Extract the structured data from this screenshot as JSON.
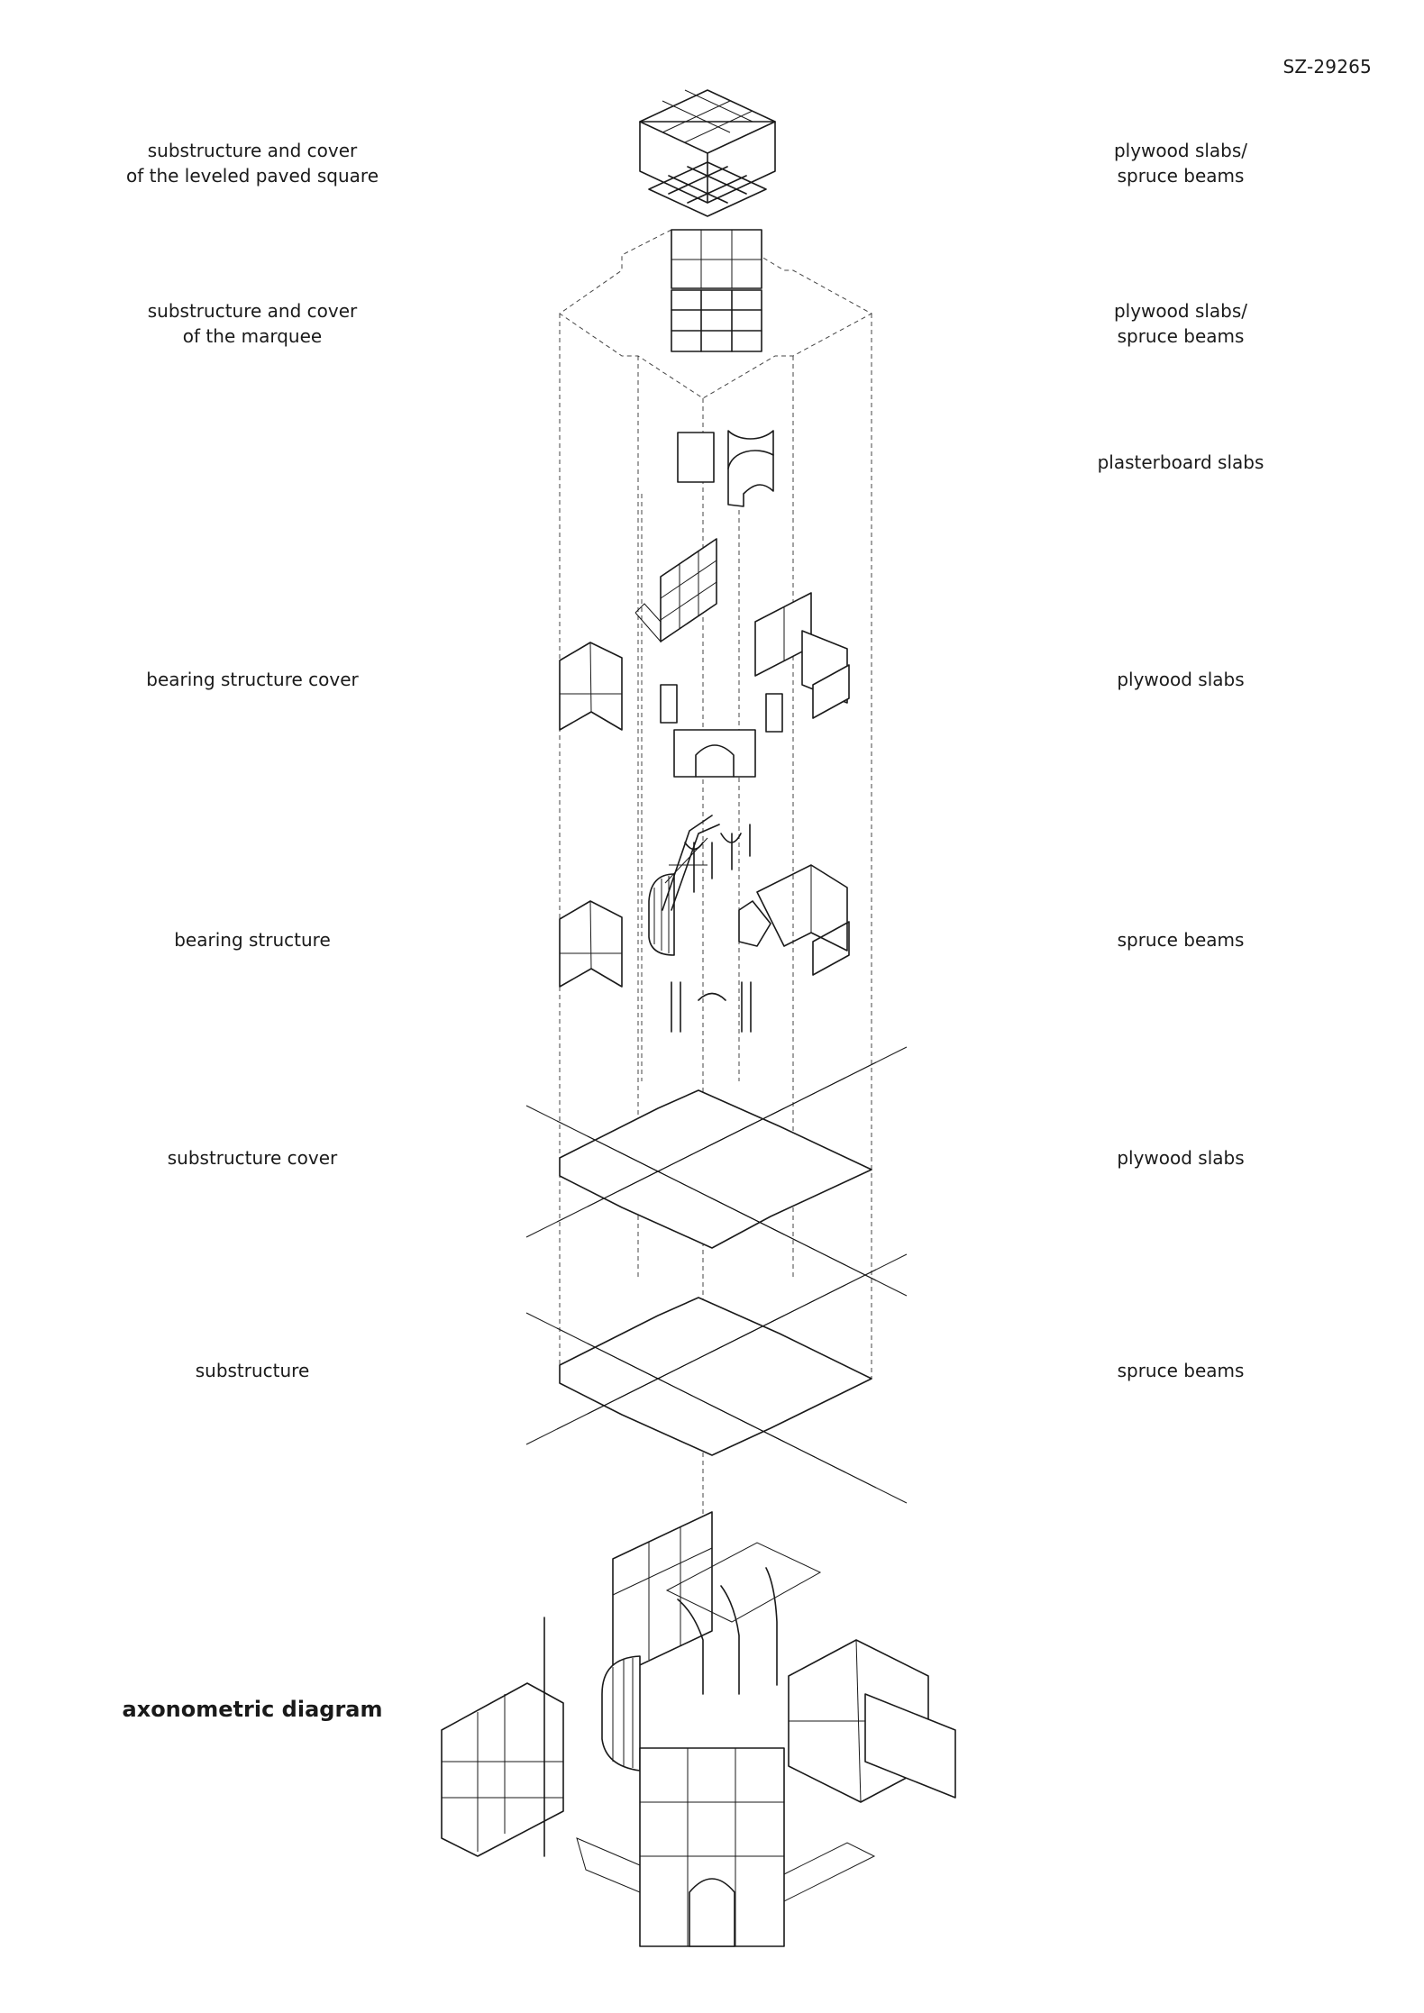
{
  "sheet": {
    "id": "SZ-29265"
  },
  "layers": [
    {
      "left": "substructure and cover\nof the leveled paved square",
      "right": "plywood slabs/\nspruce beams"
    },
    {
      "left": "substructure and cover\nof the marquee",
      "right": "plywood slabs/\nspruce beams"
    },
    {
      "left": "",
      "right": "plasterboard slabs"
    },
    {
      "left": "bearing structure cover",
      "right": "plywood slabs"
    },
    {
      "left": "bearing structure",
      "right": "spruce beams"
    },
    {
      "left": "substructure cover",
      "right": "plywood slabs"
    },
    {
      "left": "substructure",
      "right": "spruce beams"
    }
  ],
  "axonometric": {
    "title": "axonometric diagram"
  }
}
